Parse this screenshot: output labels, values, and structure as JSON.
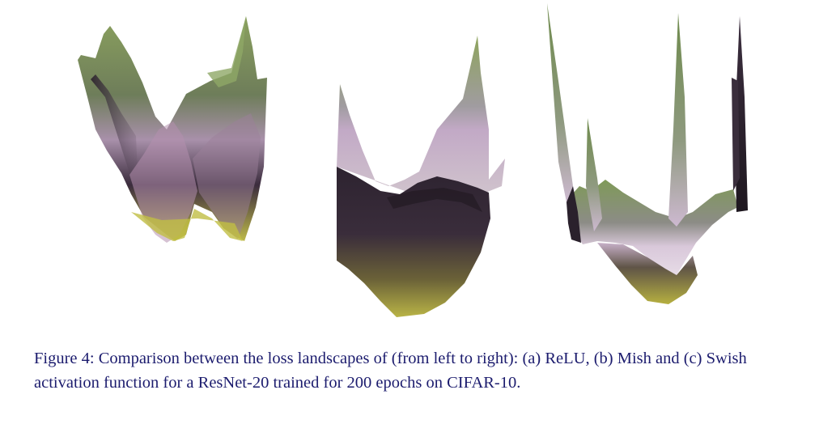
{
  "figure": {
    "panels": [
      {
        "label": "(a)",
        "activation": "ReLU",
        "icon": "loss-landscape-relu"
      },
      {
        "label": "(b)",
        "activation": "Mish",
        "icon": "loss-landscape-mish"
      },
      {
        "label": "(c)",
        "activation": "Swish",
        "icon": "loss-landscape-swish"
      }
    ],
    "colors": {
      "high": "#7f9658",
      "mid": "#b8a0bd",
      "low": "#2a1f2c",
      "bottom": "#b8b447",
      "caption": "#1c1c6e"
    }
  },
  "caption": {
    "text": "Figure 4: Comparison between the loss landscapes of (from left to right): (a) ReLU, (b) Mish and (c) Swish activation function for a ResNet-20 trained for 200 epochs on CIFAR-10."
  }
}
